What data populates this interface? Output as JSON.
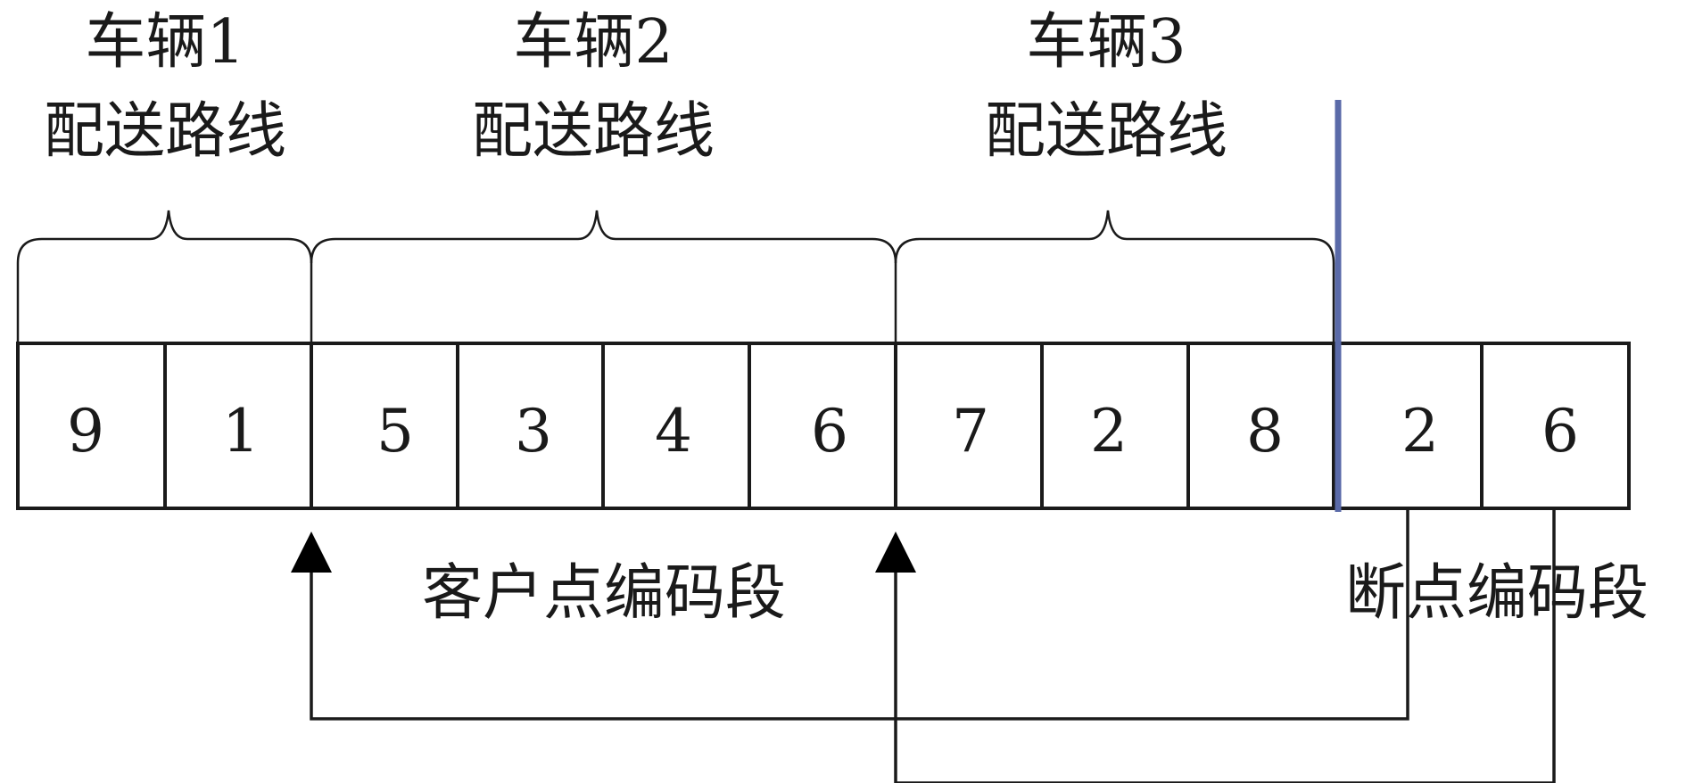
{
  "routes": [
    {
      "vehicle": "车辆1",
      "label": "配送路线"
    },
    {
      "vehicle": "车辆2",
      "label": "配送路线"
    },
    {
      "vehicle": "车辆3",
      "label": "配送路线"
    }
  ],
  "cells": [
    "9",
    "1",
    "5",
    "3",
    "4",
    "6",
    "7",
    "2",
    "8",
    "2",
    "6"
  ],
  "segments": {
    "customer": "客户点编码段",
    "breakpoint": "断点编码段"
  },
  "colors": {
    "divider": "#5a6aa8",
    "line": "#1a1a1a"
  }
}
